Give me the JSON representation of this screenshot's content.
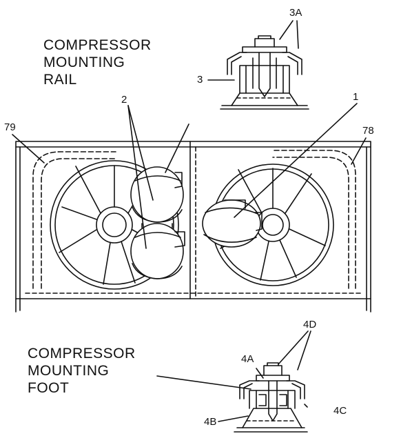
{
  "headings": {
    "rail": [
      "COMPRESSOR",
      "MOUNTING",
      "RAIL"
    ],
    "foot": [
      "COMPRESSOR",
      "MOUNTING",
      "FOOT"
    ]
  },
  "callouts": {
    "c3A": "3A",
    "c3": "3",
    "c2": "2",
    "c1": "1",
    "c79": "79",
    "c78": "78",
    "c4D": "4D",
    "c4A": "4A",
    "c4B": "4B",
    "c4C": "4C"
  },
  "colors": {
    "ink": "#111111",
    "background": "#ffffff"
  }
}
